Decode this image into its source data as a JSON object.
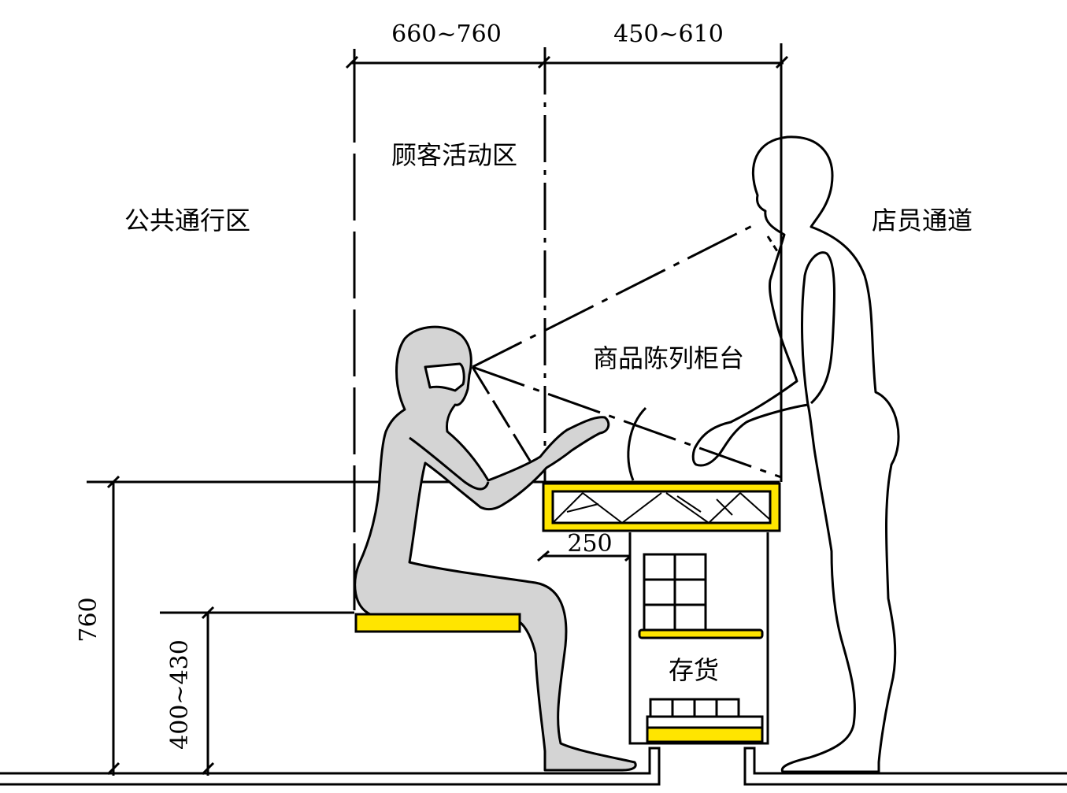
{
  "dimensions": {
    "customer_width": "660~760",
    "staff_width": "450~610",
    "counter_depth": "250",
    "counter_height": "760",
    "seat_height": "400~430"
  },
  "zones": {
    "public_passage": "公共通行区",
    "customer_area": "顾客活动区",
    "staff_passage": "店员通道",
    "display_counter": "商品陈列柜台",
    "storage": "存货"
  },
  "colors": {
    "accent_yellow": "#FFE500",
    "figure_gray": "#D4D4D4",
    "line": "#000000"
  }
}
